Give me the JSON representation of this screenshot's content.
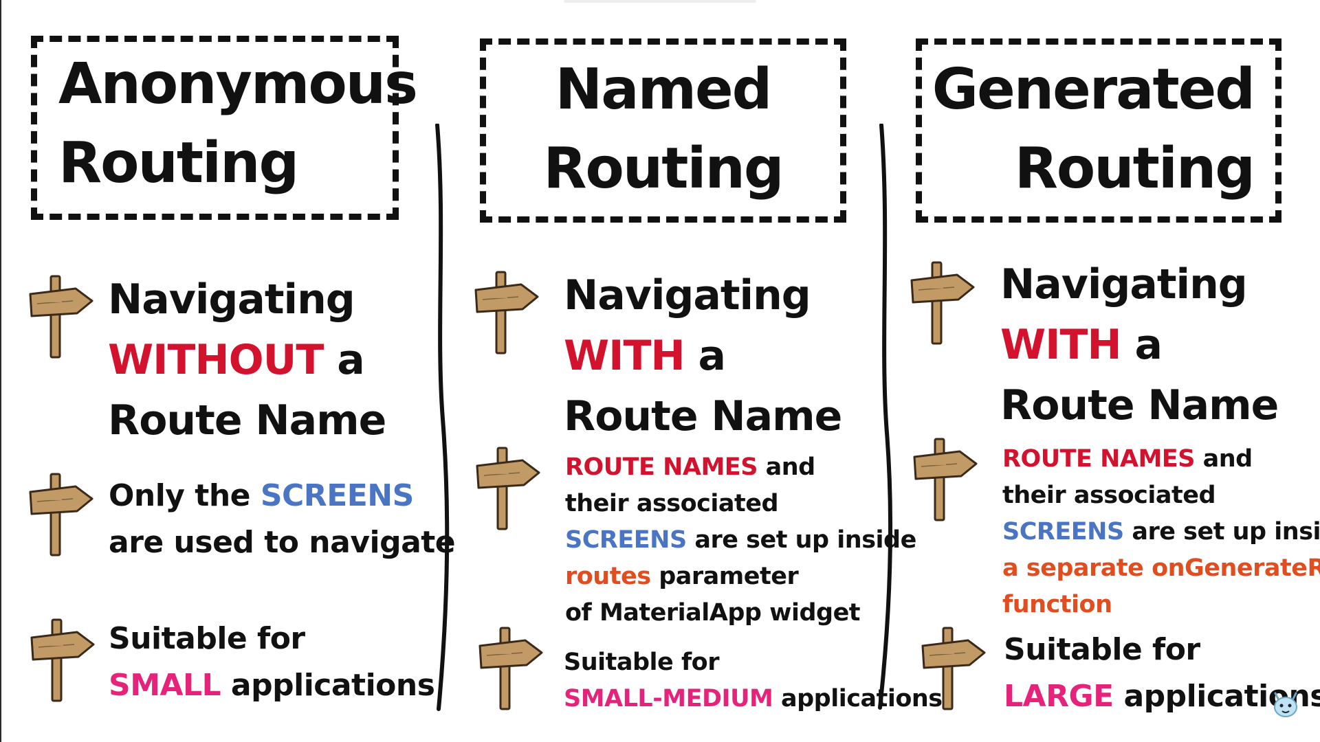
{
  "columns": [
    {
      "title_lines": [
        "Anonymous",
        "Routing"
      ],
      "items": [
        {
          "lines": [
            [
              {
                "t": "Navigating",
                "c": "black"
              }
            ],
            [
              {
                "t": "WITHOUT",
                "c": "red"
              },
              {
                "t": " a",
                "c": "black"
              }
            ],
            [
              {
                "t": "Route Name",
                "c": "black"
              }
            ]
          ]
        },
        {
          "lines": [
            [
              {
                "t": "Only the ",
                "c": "black"
              },
              {
                "t": "SCREENS",
                "c": "blue"
              }
            ],
            [
              {
                "t": "are used to navigate",
                "c": "black"
              }
            ]
          ]
        },
        {
          "lines": [
            [
              {
                "t": "Suitable for",
                "c": "black"
              }
            ],
            [
              {
                "t": "SMALL",
                "c": "pink"
              },
              {
                "t": " applications",
                "c": "black"
              }
            ]
          ]
        }
      ]
    },
    {
      "title_lines": [
        "Named",
        "Routing"
      ],
      "items": [
        {
          "lines": [
            [
              {
                "t": "Navigating",
                "c": "black"
              }
            ],
            [
              {
                "t": "WITH",
                "c": "red"
              },
              {
                "t": " a",
                "c": "black"
              }
            ],
            [
              {
                "t": "Route Name",
                "c": "black"
              }
            ]
          ]
        },
        {
          "lines": [
            [
              {
                "t": "ROUTE NAMES",
                "c": "red"
              },
              {
                "t": " and",
                "c": "black"
              }
            ],
            [
              {
                "t": "their associated",
                "c": "black"
              }
            ],
            [
              {
                "t": "SCREENS",
                "c": "blue"
              },
              {
                "t": " are set up inside",
                "c": "black"
              }
            ],
            [
              {
                "t": "routes",
                "c": "orange"
              },
              {
                "t": " parameter",
                "c": "black"
              }
            ],
            [
              {
                "t": "of MaterialApp widget",
                "c": "black"
              }
            ]
          ]
        },
        {
          "lines": [
            [
              {
                "t": "Suitable for",
                "c": "black"
              }
            ],
            [
              {
                "t": "SMALL-MEDIUM",
                "c": "pink"
              },
              {
                "t": " applications",
                "c": "black"
              }
            ]
          ]
        }
      ]
    },
    {
      "title_lines": [
        "Generated",
        "Routing"
      ],
      "items": [
        {
          "lines": [
            [
              {
                "t": "Navigating",
                "c": "black"
              }
            ],
            [
              {
                "t": "WITH",
                "c": "red"
              },
              {
                "t": " a",
                "c": "black"
              }
            ],
            [
              {
                "t": "Route Name",
                "c": "black"
              }
            ]
          ]
        },
        {
          "lines": [
            [
              {
                "t": "ROUTE NAMES",
                "c": "red"
              },
              {
                "t": " and",
                "c": "black"
              }
            ],
            [
              {
                "t": "their associated",
                "c": "black"
              }
            ],
            [
              {
                "t": "SCREENS",
                "c": "blue"
              },
              {
                "t": " are set up inside",
                "c": "black"
              }
            ],
            [
              {
                "t": "a separate onGenerateRoute",
                "c": "orange"
              }
            ],
            [
              {
                "t": "function",
                "c": "orange"
              }
            ]
          ]
        },
        {
          "lines": [
            [
              {
                "t": "Suitable for",
                "c": "black"
              }
            ],
            [
              {
                "t": "LARGE",
                "c": "pink"
              },
              {
                "t": " applications",
                "c": "black"
              }
            ]
          ]
        }
      ]
    }
  ],
  "colors": {
    "black": "#111111",
    "red": "#d3122e",
    "blue": "#4a74c4",
    "orange": "#e24d20",
    "pink": "#e5237a",
    "sign_wood": "#c29a66",
    "sign_outline": "#3b2a1a"
  },
  "icons": {
    "sign": "signpost-icon",
    "mascot": "mascot-icon"
  }
}
